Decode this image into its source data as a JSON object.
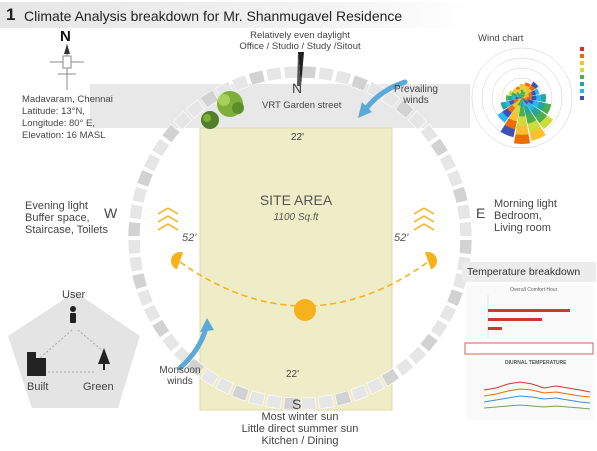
{
  "title": {
    "number": "1",
    "text": "Climate Analysis breakdown for Mr. Shanmugavel Residence"
  },
  "location": {
    "city": "Madavaram, Chennai",
    "latitude": "Latitude: 13°N,",
    "longitude": "Longitude: 80° E,",
    "elevation": "Elevation: 16 MASL"
  },
  "compass": {
    "north_symbol": "N"
  },
  "north": {
    "line1": "Relatively even daylight",
    "line2": "Office / Studio / Study /Sitout",
    "dir": "N"
  },
  "street": "VRT Garden street",
  "prevailing": {
    "line1": "Prevailing",
    "line2": "winds"
  },
  "wind_chart": {
    "title": "Wind chart"
  },
  "west": {
    "dir": "W",
    "line1": "Evening light",
    "line2": "Buffer space,",
    "line3": "Staircase, Toilets"
  },
  "east": {
    "dir": "E",
    "line1": "Morning light",
    "line2": "Bedroom,",
    "line3": "Living room"
  },
  "site": {
    "title": "SITE AREA",
    "area": "1100 Sq.ft",
    "top_dim": "22'",
    "bottom_dim": "22'"
  },
  "angles": {
    "left": "52'",
    "right": "52'"
  },
  "monsoon": {
    "line1": "Monsoon",
    "line2": "winds"
  },
  "south": {
    "dir": "S",
    "line1": "Most winter sun",
    "line2": "Little direct summer sun",
    "line3": "Kitchen / Dining"
  },
  "pentagon": {
    "user": "User",
    "built": "Built",
    "green": "Green"
  },
  "temperature": {
    "title": "Temperature breakdown",
    "comfort_title": "Overall Comfort Hour",
    "diurnal_title": "DIURNAL TEMPERATURE"
  },
  "colors": {
    "site": "#efedc8",
    "sun": "#f5b21a",
    "arrow": "#5aa9d6",
    "bar": "#c83a32",
    "ring": "#d9d9d9"
  }
}
